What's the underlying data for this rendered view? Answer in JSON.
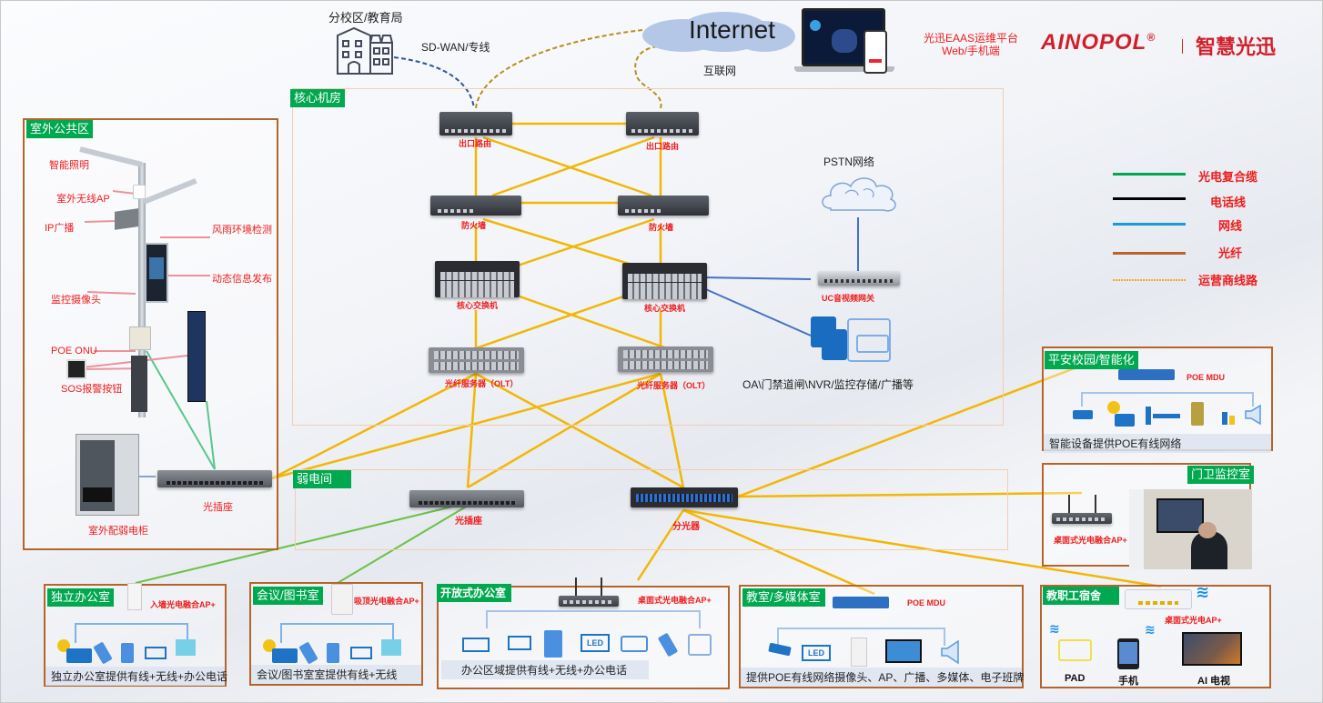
{
  "header": {
    "branch_label": "分校区/教育局",
    "sdwan_label": "SD-WAN/专线",
    "internet_label": "Internet",
    "internet_sub": "互联网",
    "platform_line1": "光迅EAAS运维平台",
    "platform_line2": "Web/手机端",
    "brand_logo": "AINOPOL",
    "brand_reg": "®",
    "brand_cn": "智慧光迅"
  },
  "zones": {
    "core": "核心机房",
    "weak": "弱电间"
  },
  "core_devices": {
    "router_left": "出口路由",
    "router_right": "出口路由",
    "firewall_left": "防火墙",
    "firewall_right": "防火墙",
    "core_switch_left": "核心交换机",
    "core_switch_right": "核心交换机",
    "olt_left": "光纤服务器（OLT）",
    "olt_right": "光纤服务器（OLT）"
  },
  "pstn": {
    "label": "PSTN网络",
    "gateway": "UC音视频网关",
    "services": "OA\\门禁道闸\\NVR/监控存储/广播等"
  },
  "weak_room": {
    "socket": "光插座",
    "splitter": "分光器"
  },
  "legend": [
    {
      "label": "光电复合缆",
      "color": "#00a84f",
      "style": "solid"
    },
    {
      "label": "电话线",
      "color": "#000000",
      "style": "solid"
    },
    {
      "label": "网线",
      "color": "#1a9bd7",
      "style": "solid"
    },
    {
      "label": "光纤",
      "color": "#b8642a",
      "style": "solid"
    },
    {
      "label": "运营商线路",
      "color": "#f0a830",
      "style": "dotted"
    }
  ],
  "outdoor": {
    "title": "室外公共区",
    "callouts": [
      "智能照明",
      "室外无线AP",
      "IP广播",
      "风雨环境检测",
      "动态信息发布",
      "监控摄像头",
      "POE ONU",
      "SOS报警按钮"
    ],
    "cabinet": "室外配弱电柜",
    "socket": "光插座"
  },
  "safe_campus": {
    "title": "平安校园/智能化",
    "device": "POE MDU",
    "desc": "智能设备提供POE有线网络"
  },
  "guard_room": {
    "title": "门卫监控室",
    "device": "桌面式光电融合AP+"
  },
  "rooms": [
    {
      "title": "独立办公室",
      "device": "入墙光电融合AP+",
      "desc": "独立办公室提供有线+无线+办公电话"
    },
    {
      "title": "会议/图书室",
      "device": "吸顶光电融合AP+",
      "desc": "会议/图书室室提供有线+无线"
    },
    {
      "title": "开放式办公室",
      "device": "桌面式光电融合AP+",
      "desc": "办公区域提供有线+无线+办公电话"
    },
    {
      "title": "教室/多媒体室",
      "device": "POE MDU",
      "desc": "提供POE有线网络摄像头、AP、广播、多媒体、电子班牌"
    },
    {
      "title": "教职工宿舍",
      "device": "桌面式光电AP+",
      "terminals": [
        "PAD",
        "手机",
        "AI 电视"
      ]
    }
  ],
  "icons": {
    "led": "LED"
  },
  "colors": {
    "fiber_yellow": "#f2b705",
    "composite_green": "#6cc04a",
    "network_blue": "#4472c4",
    "tag_green": "#00a84f",
    "panel_border": "#b5652c",
    "label_red": "#ee1c1c"
  }
}
